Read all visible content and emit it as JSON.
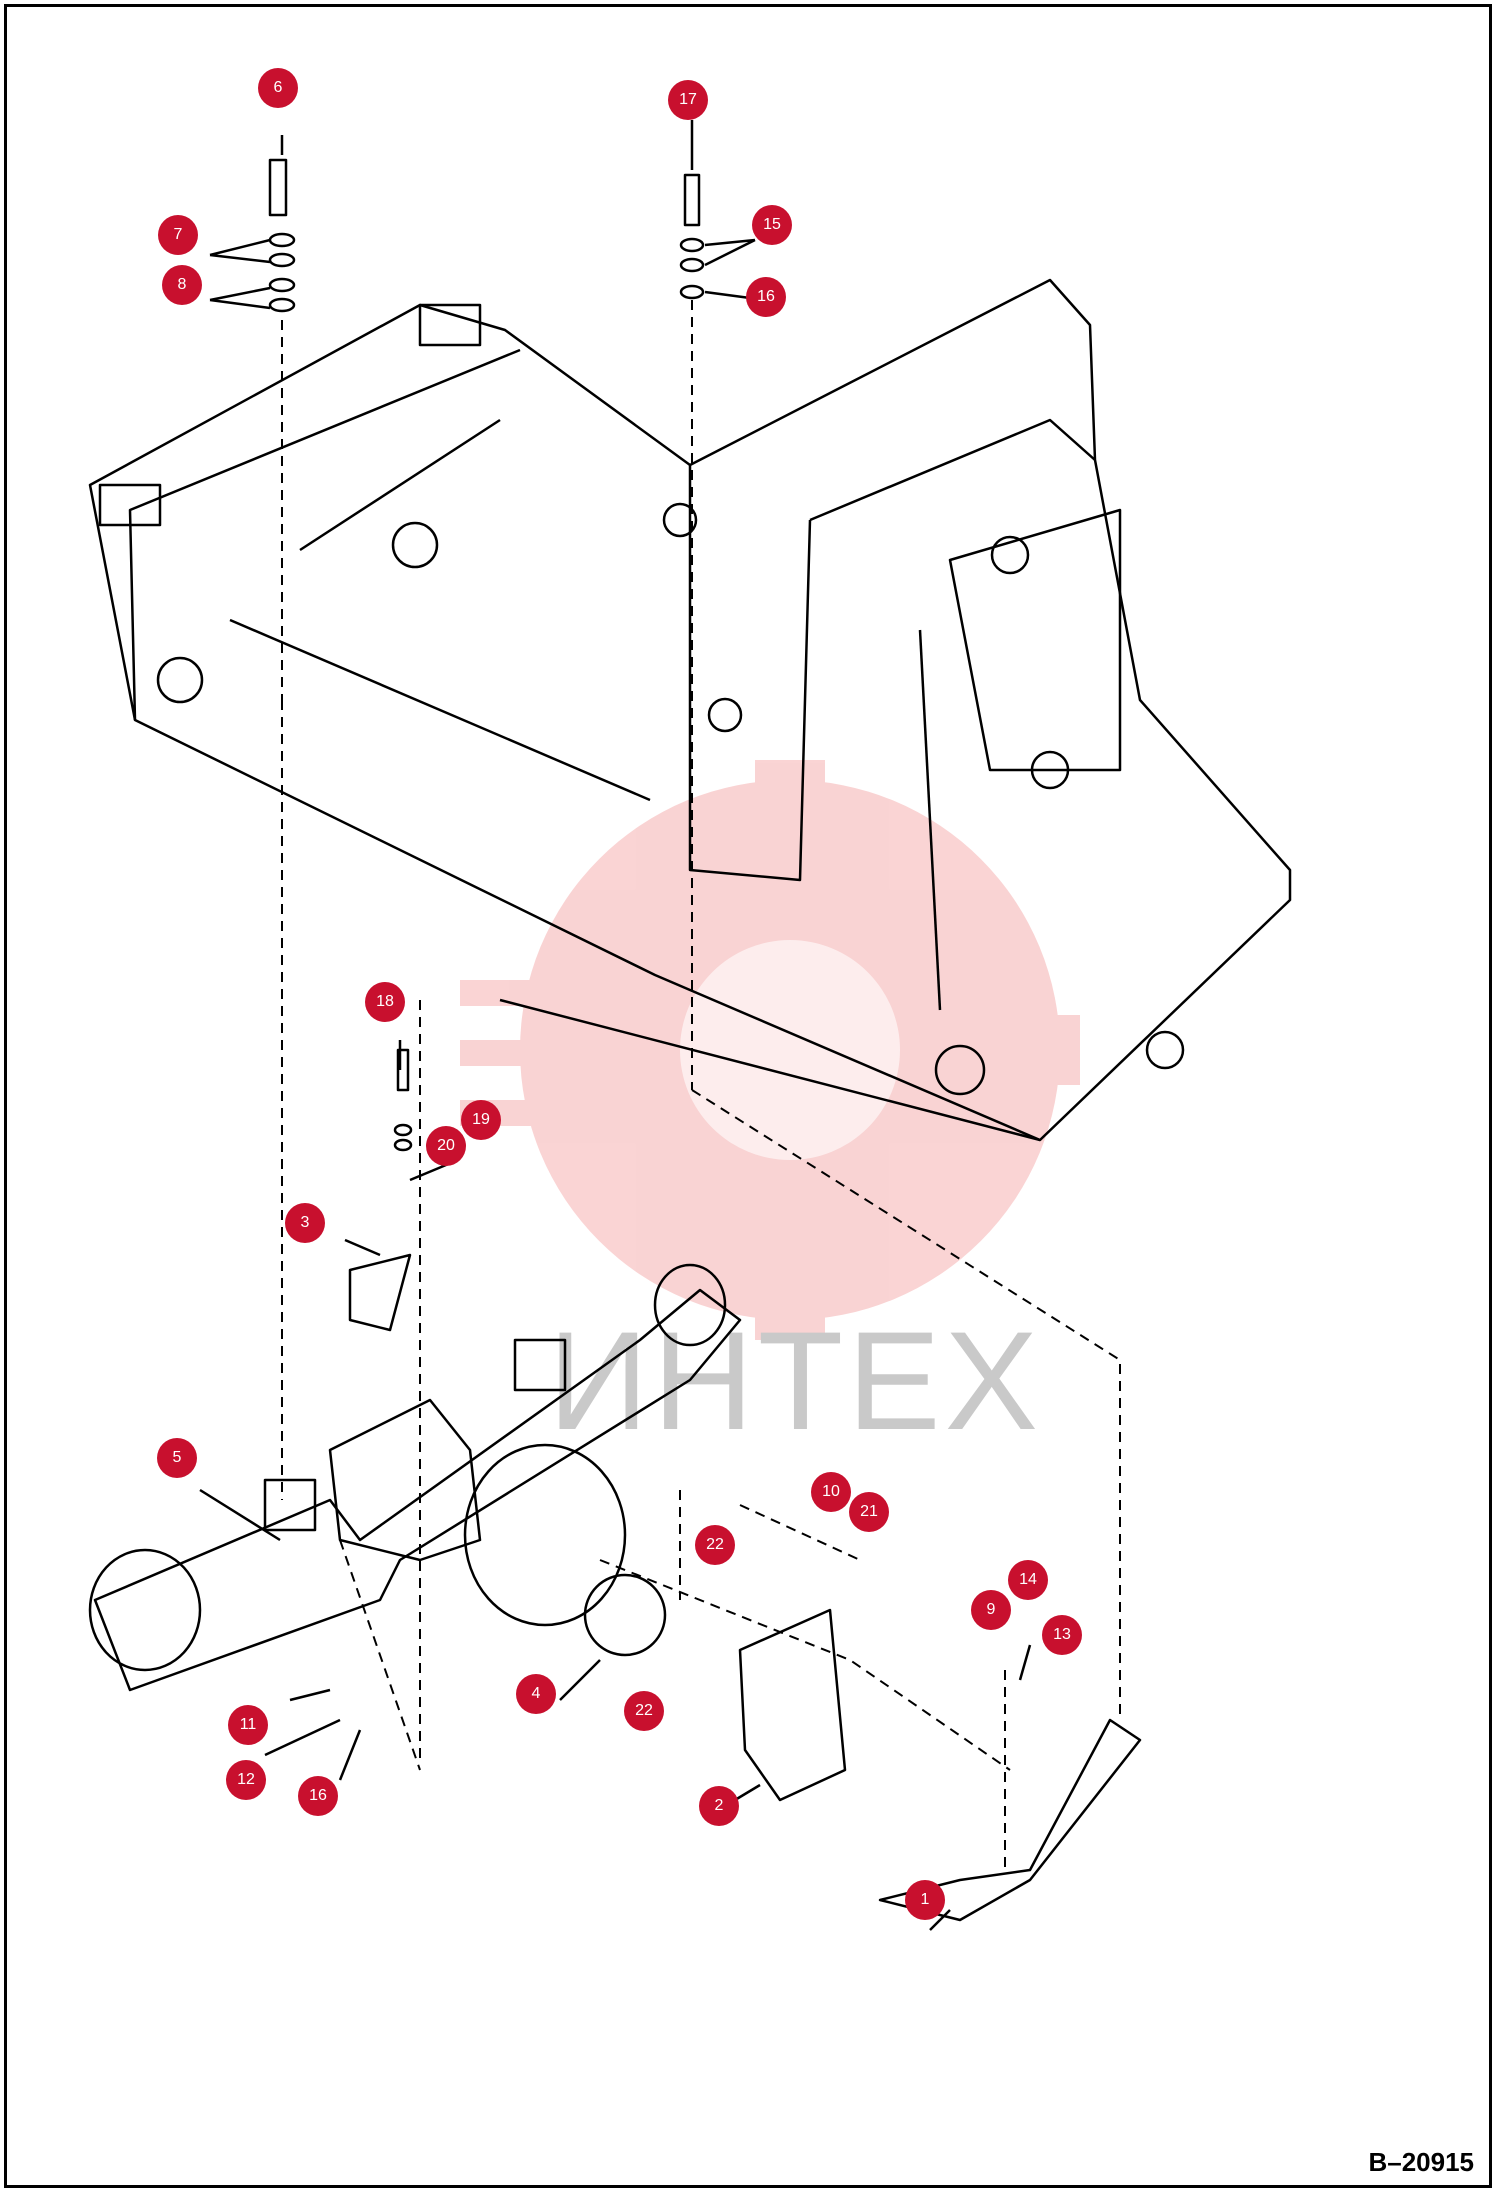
{
  "figure_id": "B–20915",
  "watermark_text": "ИНТЕХ",
  "callout_color": "#c8102e",
  "callouts": [
    "6",
    "17",
    "7",
    "15",
    "8",
    "16",
    "18",
    "19",
    "20",
    "3",
    "5",
    "10",
    "21",
    "22",
    "14",
    "9",
    "13",
    "4",
    "22",
    "11",
    "12",
    "16",
    "2",
    "1"
  ]
}
